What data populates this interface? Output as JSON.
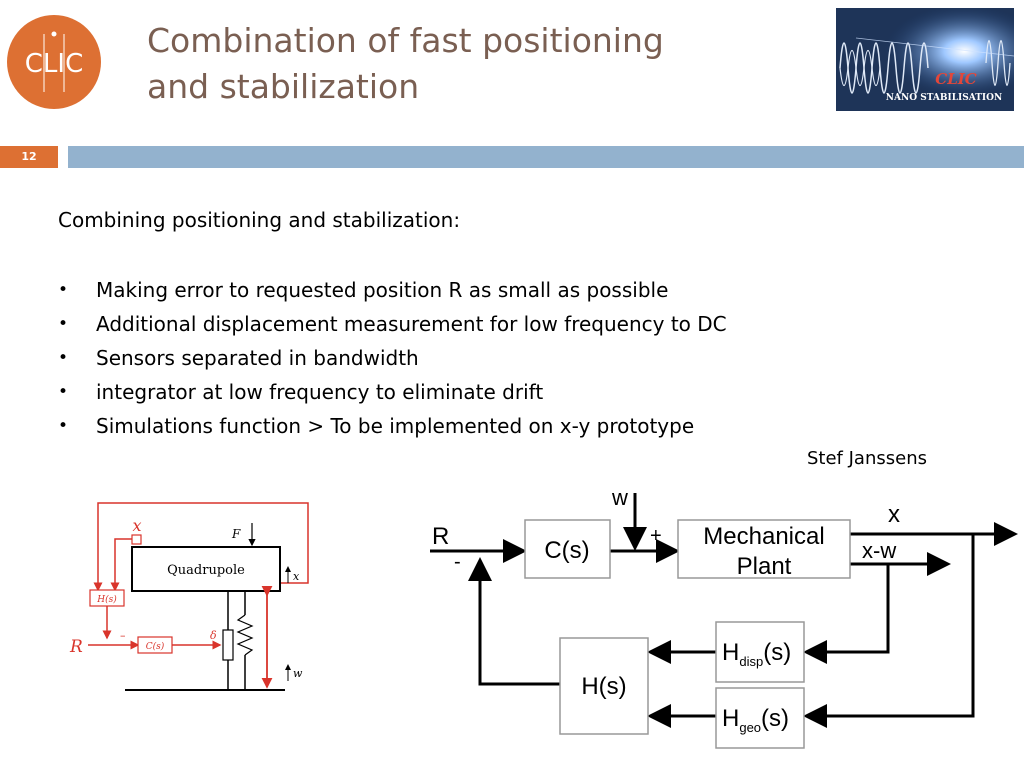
{
  "logo": {
    "icon": "clic-logo-icon",
    "text": "CLIC",
    "color": "#dd7033"
  },
  "title": {
    "line1": "Combination of fast positioning",
    "line2": "and stabilization"
  },
  "badge": {
    "icon": "nano-stabilisation-logo-icon",
    "brand": "CLIC",
    "caption": "NANO STABILISATION"
  },
  "slide_number": "12",
  "content": {
    "intro": "Combining positioning and stabilization:",
    "bullet_glyph": "•",
    "bullets": [
      "Making error to requested position R as small as possible",
      "Additional displacement measurement for low frequency to DC",
      "Sensors separated in bandwidth",
      "integrator at low frequency to eliminate drift",
      "Simulations function > To be implemented on x-y prototype"
    ],
    "author": "Stef  Janssens"
  },
  "figure_left": {
    "x": "x",
    "F": "F",
    "block": "Quadrupole",
    "hs": "H(s)",
    "cs": "C(s)",
    "R": "R",
    "minus": "–",
    "delta": "δ",
    "xaxis": "x",
    "w": "w"
  },
  "figure_right": {
    "R": "R",
    "minus": "-",
    "w": "w",
    "plus": "+",
    "cs": "C(s)",
    "plant_l1": "Mechanical",
    "plant_l2": "Plant",
    "x": "x",
    "xw": "x-w",
    "hs": "H(s)",
    "hdisp_h": "H",
    "hdisp_sub": "disp",
    "hdisp_s": "(s)",
    "hgeo_h": "H",
    "hgeo_sub": "geo",
    "hgeo_s": "(s)"
  },
  "colors": {
    "title": "#7a5f52",
    "accent": "#dd7033",
    "rule": "#93b2ce",
    "diagram_red": "#d9342b"
  }
}
